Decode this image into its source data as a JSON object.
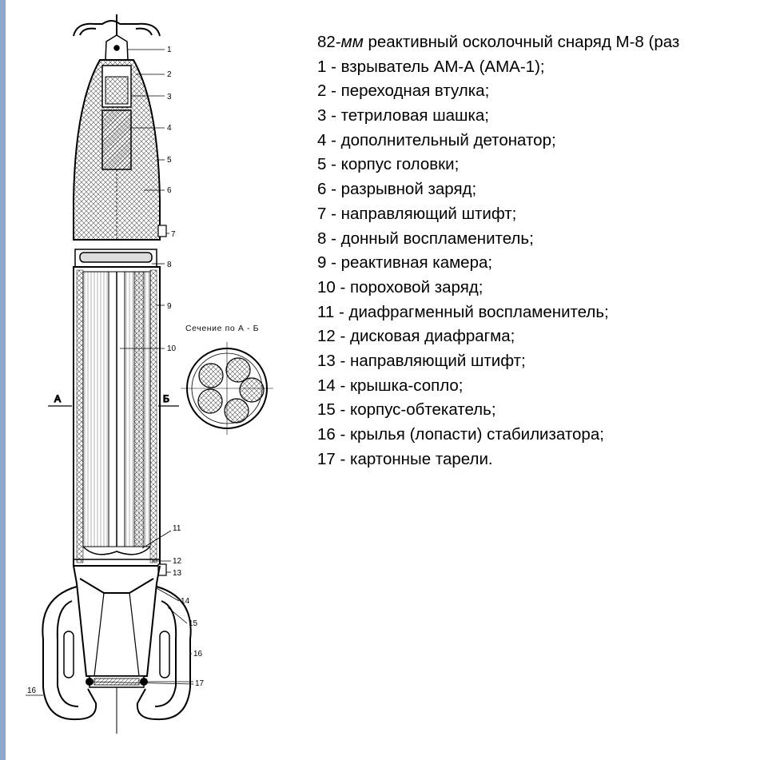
{
  "title": {
    "prefix": "82-",
    "unit": "мм",
    "rest": " реактивный осколочный снаряд М-8 (раз"
  },
  "legend_items": [
    "1 - взрыватель АМ-А (АМА-1);",
    "2 - переходная втулка;",
    "3 - тетриловая шашка;",
    "4 - дополнительный детонатор;",
    "5 - корпус головки;",
    "6 - разрывной заряд;",
    "7 - направляющий штифт;",
    "8 - донный воспламенитель;",
    "9 - реактивная камера;",
    "10 - пороховой заряд;",
    "11 - диафрагменный воспламенитель;",
    "12 - дисковая диафрагма;",
    "13 - направляющий штифт;",
    "14 - крышка-сопло;",
    "15 - корпус-обтекатель;",
    "16 - крылья (лопасти) стабилизатора;",
    "17 - картонные тарели."
  ],
  "section_label": "Сечение по А - Б",
  "section_marks": {
    "a": "А",
    "b": "Б"
  },
  "callouts": [
    "1",
    "2",
    "3",
    "4",
    "5",
    "6",
    "7",
    "8",
    "9",
    "10",
    "11",
    "12",
    "13",
    "14",
    "15",
    "16",
    "17",
    "16"
  ],
  "colors": {
    "line": "#000000",
    "hatch": "#444444",
    "sidebar": "#8fa6cf"
  }
}
